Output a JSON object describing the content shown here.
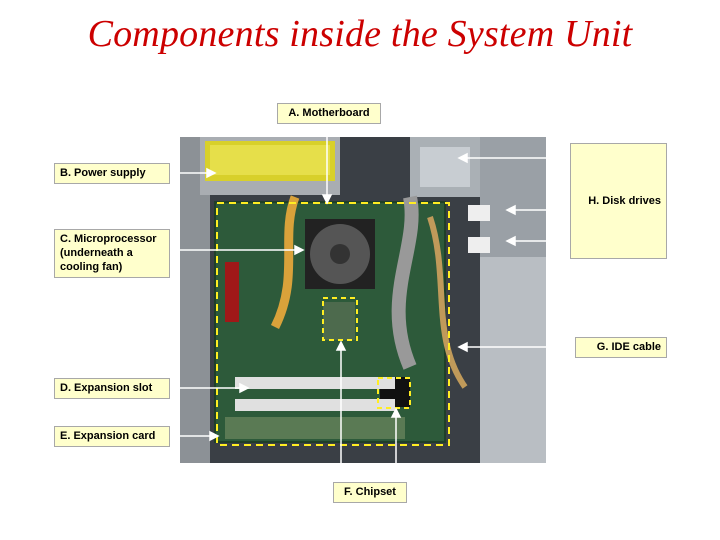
{
  "title": "Components inside the System Unit",
  "labels": {
    "motherboard": "A. Motherboard",
    "power_supply": "B. Power supply",
    "microprocessor": "C. Microprocessor (underneath a cooling fan)",
    "expansion_slot": "D. Expansion slot",
    "expansion_card": "E. Expansion card",
    "chipset": "F. Chipset",
    "ide_cable": "G. IDE cable",
    "disk_drives": "H. Disk drives"
  },
  "colors": {
    "title": "#cc0000",
    "callout_fill": "#ffffcc",
    "dashed_outline": "#ffee22"
  }
}
